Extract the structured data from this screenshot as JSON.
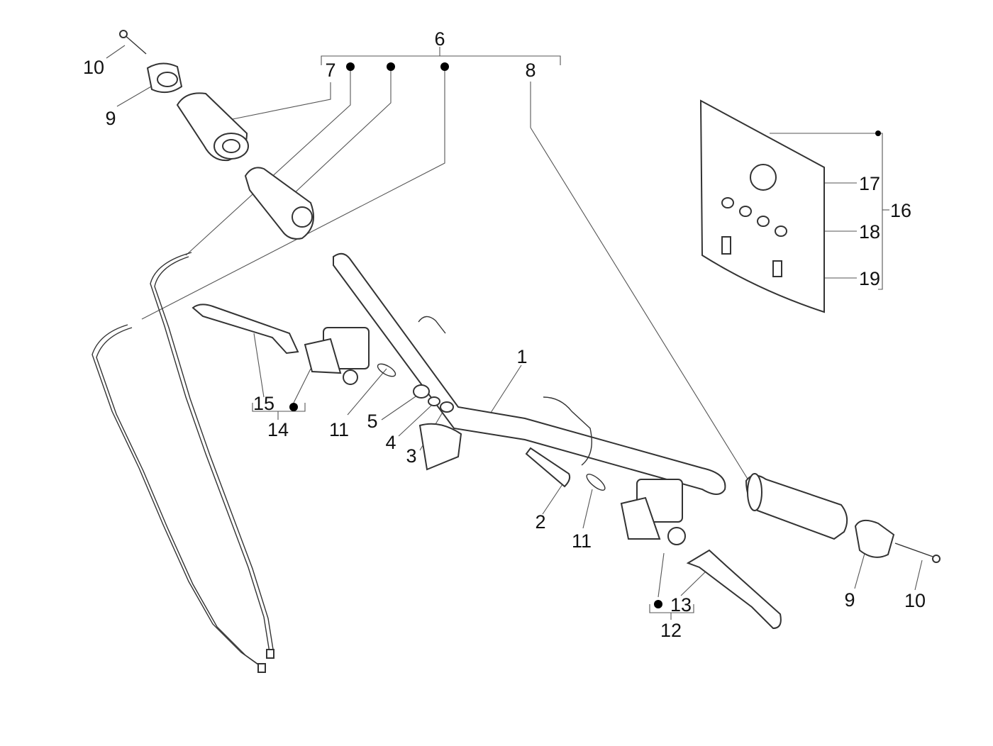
{
  "diagram": {
    "callouts": {
      "c1": "1",
      "c2": "2",
      "c3": "3",
      "c4": "4",
      "c5": "5",
      "c6": "6",
      "c7": "7",
      "c8": "8",
      "c9_left": "9",
      "c9_right": "9",
      "c10_left": "10",
      "c10_right": "10",
      "c11_left": "11",
      "c11_right": "11",
      "c12": "12",
      "c13": "13",
      "c14": "14",
      "c15": "15",
      "c16": "16",
      "c17": "17",
      "c18": "18",
      "c19": "19"
    },
    "colors": {
      "line": "#333333",
      "leader": "#555555",
      "text": "#111111",
      "dot": "#000000"
    }
  }
}
